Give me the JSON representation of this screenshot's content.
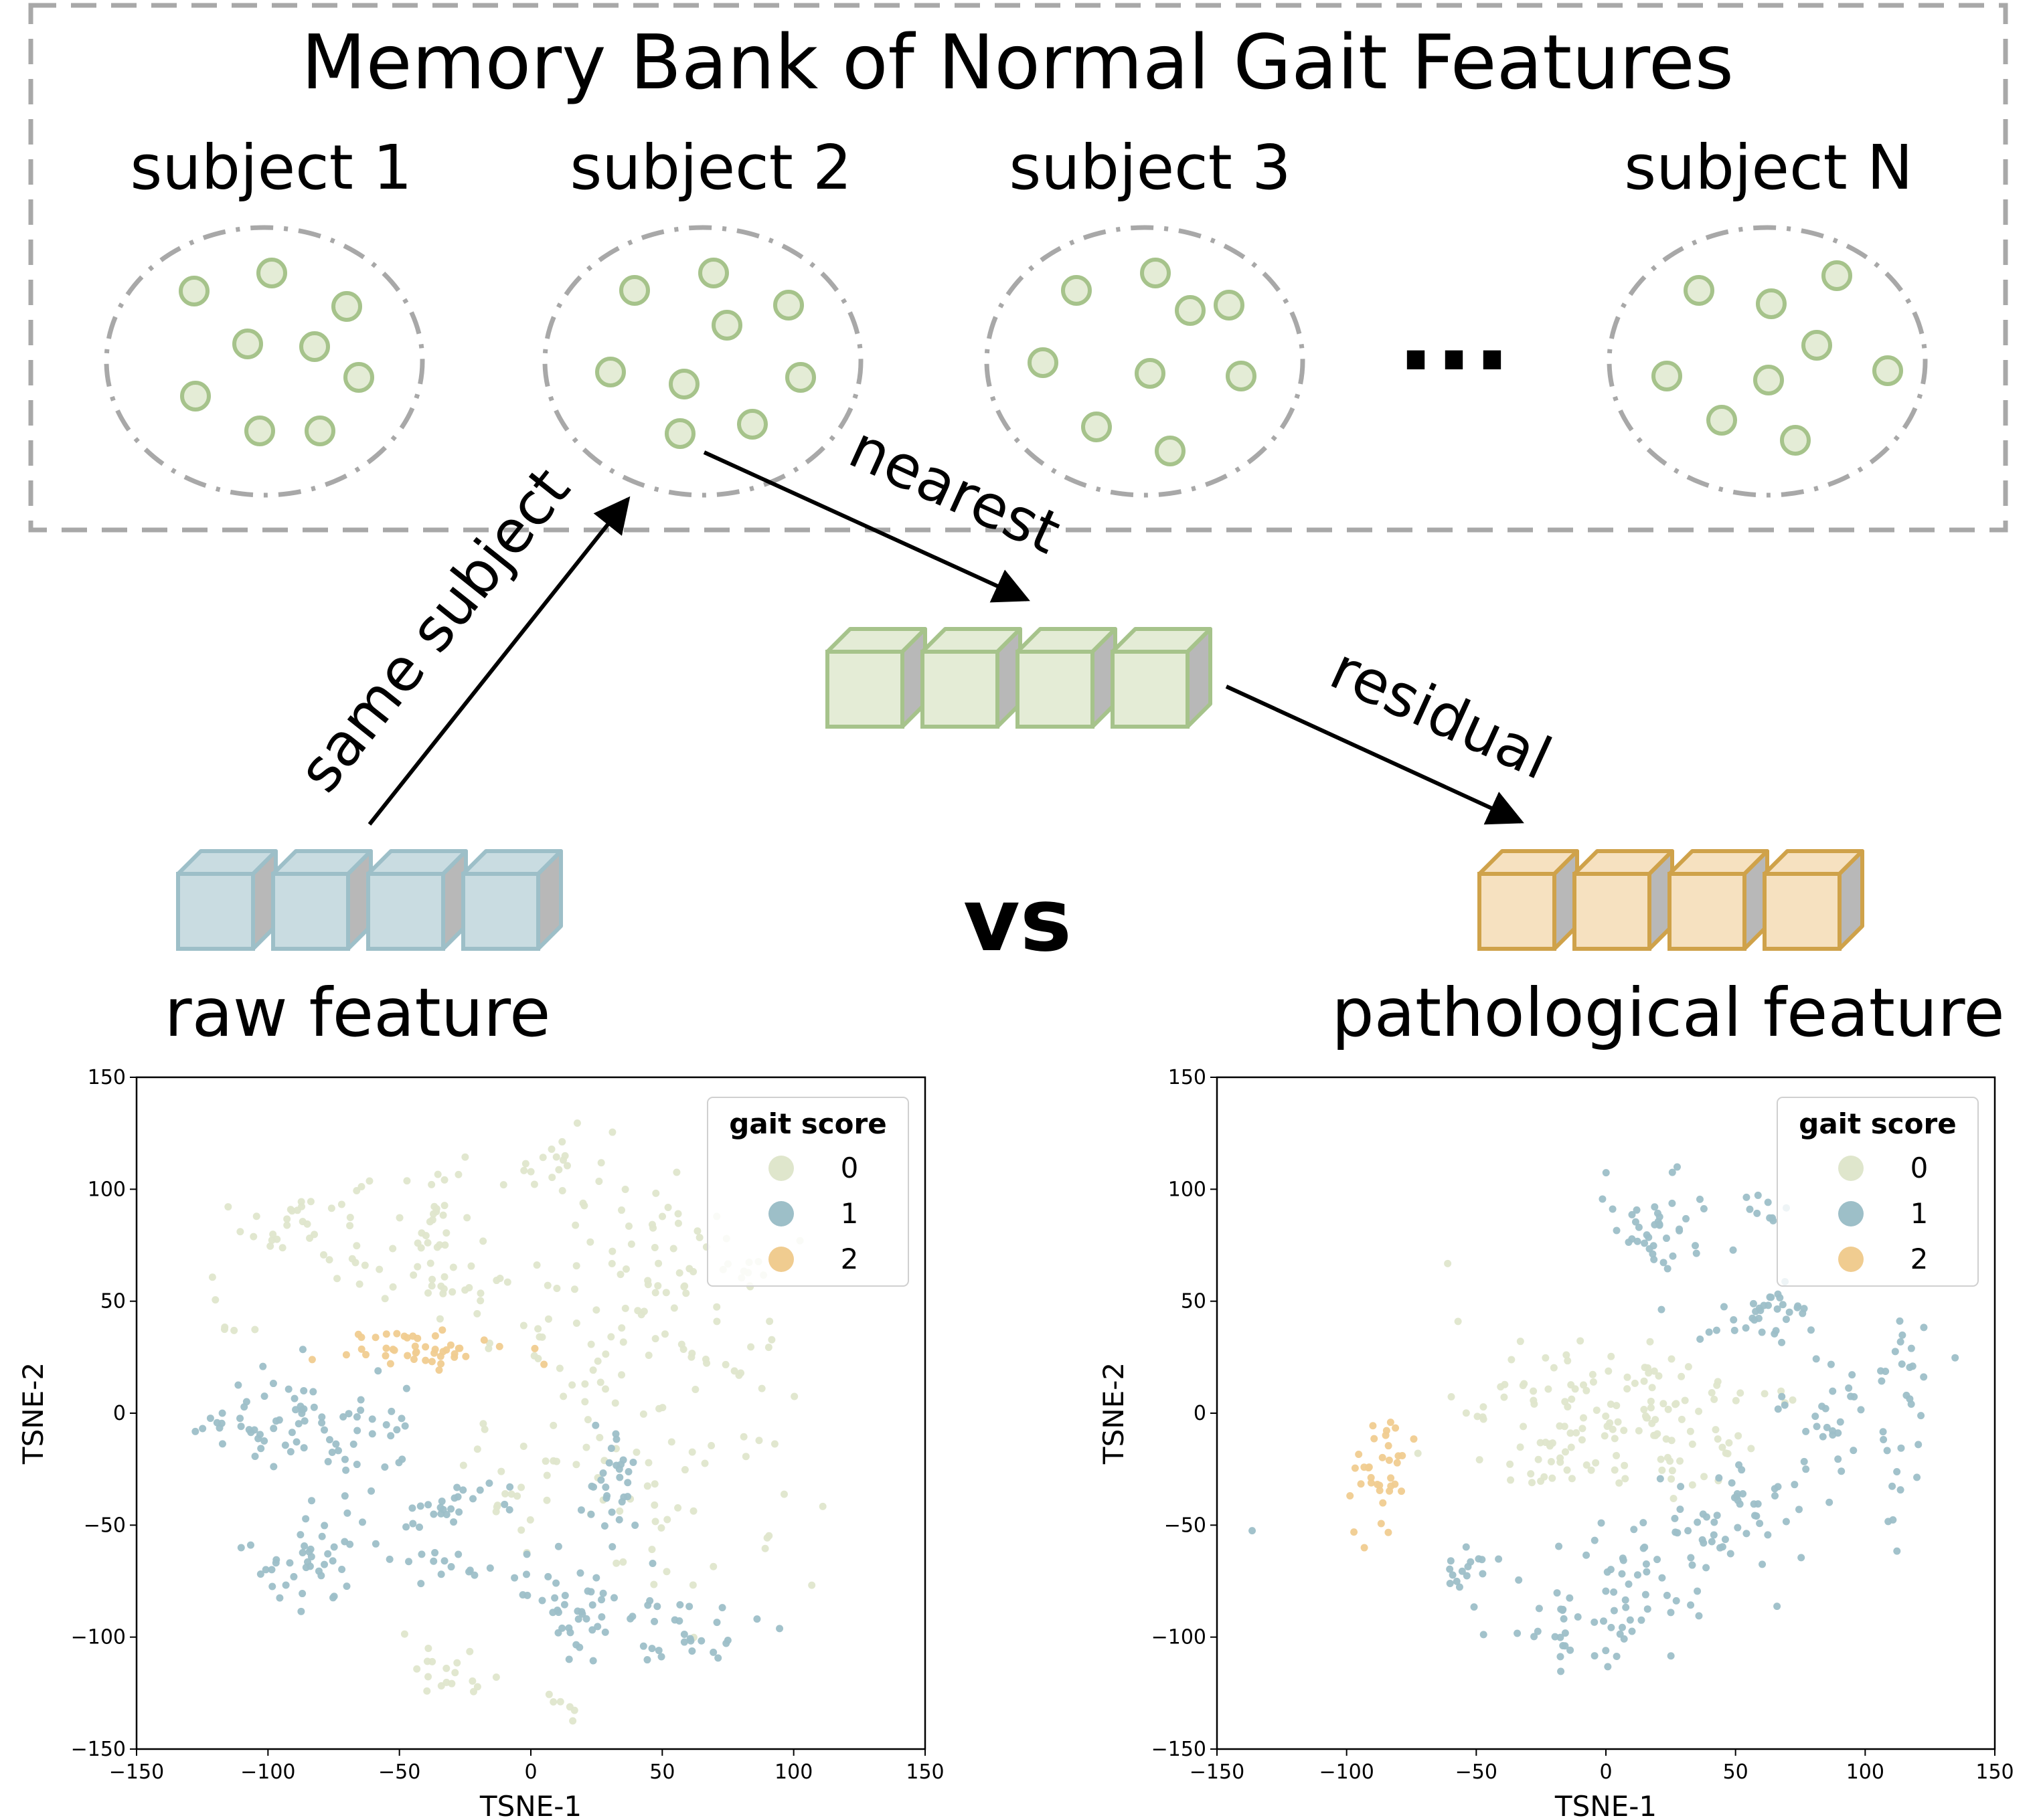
{
  "memory_bank": {
    "title": "Memory Bank of Normal Gait Features",
    "subjects": [
      "subject 1",
      "subject 2",
      "subject 3",
      "subject N"
    ],
    "ellipsis": "..."
  },
  "flow": {
    "same_subject": "same subject",
    "nearest": "nearest",
    "residual": "residual",
    "vs": "vs",
    "raw_feature": "raw feature",
    "pathological_feature": "pathological feature"
  },
  "colors": {
    "green_fill": "#e4ecd6",
    "green_stroke": "#a6c38b",
    "blue_fill": "#c9dce1",
    "blue_stroke": "#9dbfc8",
    "orange_fill": "#f6e1c0",
    "orange_stroke": "#cfa24a",
    "score0": "#dfe6cc",
    "score1": "#9dbfc8",
    "score2": "#f0cc90"
  },
  "chart_data": [
    {
      "type": "scatter",
      "title": "",
      "xlabel": "TSNE-1",
      "ylabel": "TSNE-2",
      "xlim": [
        -150,
        150
      ],
      "ylim": [
        -150,
        150
      ],
      "xticks": [
        "−150",
        "−100",
        "−50",
        "0",
        "50",
        "100",
        "150"
      ],
      "yticks": [
        "150",
        "100",
        "50",
        "0",
        "−50",
        "−100",
        "−150"
      ],
      "legend": {
        "title": "gait score",
        "placement": "top-right",
        "entries": [
          "0",
          "1",
          "2"
        ]
      },
      "clusters": [
        {
          "score": 0,
          "cx": -85,
          "cy": 85,
          "sx": 12,
          "sy": 12,
          "n": 35
        },
        {
          "score": 0,
          "cx": -35,
          "cy": 85,
          "sx": 10,
          "sy": 15,
          "n": 30
        },
        {
          "score": 0,
          "cx": 10,
          "cy": 110,
          "sx": 10,
          "sy": 12,
          "n": 25
        },
        {
          "score": 0,
          "cx": 50,
          "cy": 75,
          "sx": 12,
          "sy": 15,
          "n": 30
        },
        {
          "score": 0,
          "cx": 85,
          "cy": 60,
          "sx": 12,
          "sy": 10,
          "n": 20
        },
        {
          "score": 0,
          "cx": -40,
          "cy": 58,
          "sx": 15,
          "sy": 4,
          "n": 20
        },
        {
          "score": 0,
          "cx": 25,
          "cy": 30,
          "sx": 20,
          "sy": 20,
          "n": 45
        },
        {
          "score": 0,
          "cx": 60,
          "cy": -20,
          "sx": 25,
          "sy": 35,
          "n": 60
        },
        {
          "score": 0,
          "cx": 0,
          "cy": -30,
          "sx": 12,
          "sy": 20,
          "n": 25
        },
        {
          "score": 0,
          "cx": -25,
          "cy": -115,
          "sx": 12,
          "sy": 6,
          "n": 18
        },
        {
          "score": 0,
          "cx": 10,
          "cy": -125,
          "sx": 5,
          "sy": 6,
          "n": 6
        },
        {
          "score": 0,
          "cx": -115,
          "cy": 45,
          "sx": 5,
          "sy": 8,
          "n": 6
        },
        {
          "score": 2,
          "cx": -40,
          "cy": 29,
          "sx": 15,
          "sy": 4,
          "n": 45
        },
        {
          "score": 1,
          "cx": -115,
          "cy": -5,
          "sx": 8,
          "sy": 8,
          "n": 20
        },
        {
          "score": 1,
          "cx": -90,
          "cy": -10,
          "sx": 10,
          "sy": 15,
          "n": 30
        },
        {
          "score": 1,
          "cx": -60,
          "cy": -10,
          "sx": 10,
          "sy": 12,
          "n": 30
        },
        {
          "score": 1,
          "cx": -35,
          "cy": -42,
          "sx": 10,
          "sy": 8,
          "n": 25
        },
        {
          "score": 1,
          "cx": -85,
          "cy": -65,
          "sx": 12,
          "sy": 12,
          "n": 40
        },
        {
          "score": 1,
          "cx": -30,
          "cy": -65,
          "sx": 10,
          "sy": 5,
          "n": 15
        },
        {
          "score": 1,
          "cx": 30,
          "cy": -30,
          "sx": 8,
          "sy": 12,
          "n": 30
        },
        {
          "score": 1,
          "cx": 15,
          "cy": -85,
          "sx": 10,
          "sy": 12,
          "n": 40
        },
        {
          "score": 1,
          "cx": 55,
          "cy": -95,
          "sx": 15,
          "sy": 10,
          "n": 30
        }
      ]
    },
    {
      "type": "scatter",
      "title": "",
      "xlabel": "TSNE-1",
      "ylabel": "TSNE-2",
      "xlim": [
        -150,
        150
      ],
      "ylim": [
        -150,
        150
      ],
      "xticks": [
        "−150",
        "−100",
        "−50",
        "0",
        "50",
        "100",
        "150"
      ],
      "yticks": [
        "150",
        "100",
        "50",
        "0",
        "−50",
        "−100",
        "−150"
      ],
      "legend": {
        "title": "gait score",
        "placement": "top-right",
        "entries": [
          "0",
          "1",
          "2"
        ]
      },
      "clusters": [
        {
          "score": 0,
          "cx": 5,
          "cy": -5,
          "sx": 28,
          "sy": 16,
          "n": 150
        },
        {
          "score": 0,
          "cx": -60,
          "cy": 65,
          "sx": 1,
          "sy": 1,
          "n": 1
        },
        {
          "score": 1,
          "cx": -135,
          "cy": -52,
          "sx": 1,
          "sy": 1,
          "n": 1
        },
        {
          "score": 2,
          "cx": -88,
          "cy": -25,
          "sx": 6,
          "sy": 15,
          "n": 35
        },
        {
          "score": 1,
          "cx": 20,
          "cy": 80,
          "sx": 10,
          "sy": 15,
          "n": 40
        },
        {
          "score": 1,
          "cx": 62,
          "cy": 45,
          "sx": 12,
          "sy": 8,
          "n": 35
        },
        {
          "score": 1,
          "cx": 60,
          "cy": 90,
          "sx": 6,
          "sy": 6,
          "n": 10
        },
        {
          "score": 1,
          "cx": 85,
          "cy": 0,
          "sx": 8,
          "sy": 12,
          "n": 25
        },
        {
          "score": 1,
          "cx": 115,
          "cy": 15,
          "sx": 6,
          "sy": 12,
          "n": 20
        },
        {
          "score": 1,
          "cx": 110,
          "cy": -30,
          "sx": 4,
          "sy": 12,
          "n": 10
        },
        {
          "score": 1,
          "cx": 50,
          "cy": -50,
          "sx": 15,
          "sy": 15,
          "n": 50
        },
        {
          "score": 1,
          "cx": 10,
          "cy": -75,
          "sx": 15,
          "sy": 15,
          "n": 40
        },
        {
          "score": 1,
          "cx": -55,
          "cy": -70,
          "sx": 7,
          "sy": 5,
          "n": 15
        },
        {
          "score": 1,
          "cx": -10,
          "cy": -100,
          "sx": 15,
          "sy": 10,
          "n": 30
        }
      ]
    }
  ]
}
